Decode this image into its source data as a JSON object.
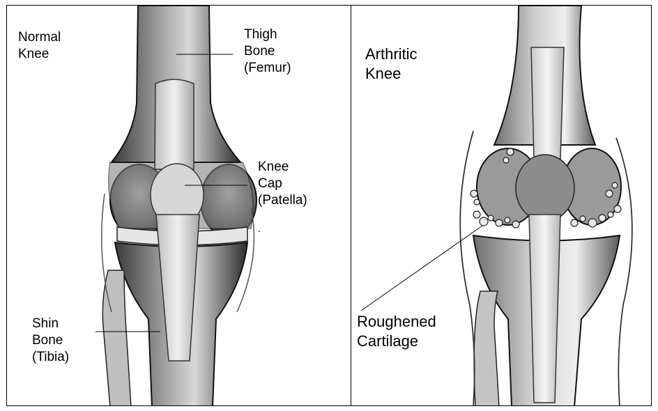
{
  "left_panel": {
    "title": "Normal\nKnee",
    "labels": {
      "thigh_bone": "Thigh\nBone\n(Femur)",
      "knee_cap": "Knee\nCap\n(Patella)",
      "shin_bone": "Shin\nBone\n(Tibia)"
    }
  },
  "right_panel": {
    "title": "Arthritic\nKnee",
    "labels": {
      "roughened_cartilage": "Roughened\nCartilage"
    }
  }
}
